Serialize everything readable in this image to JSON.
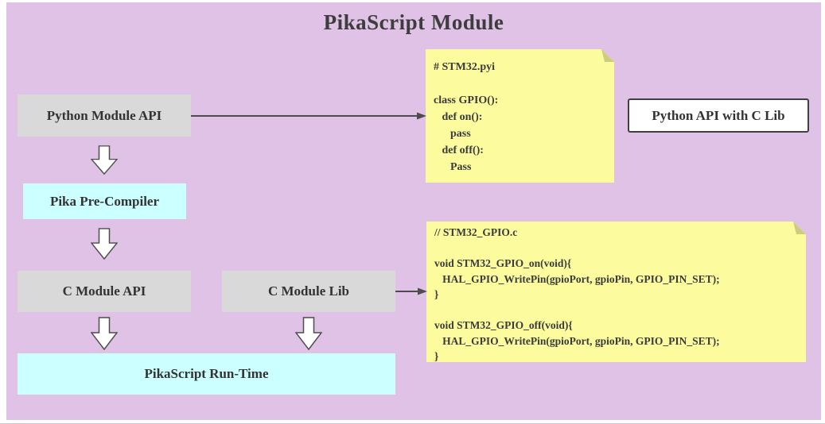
{
  "title": "PikaScript Module",
  "nodes": {
    "python_module_api": {
      "label": "Python Module API"
    },
    "pika_pre_compiler": {
      "label": "Pika Pre-Compiler"
    },
    "c_module_api": {
      "label": "C Module API"
    },
    "c_module_lib": {
      "label": "C Module Lib"
    },
    "pikascript_runtime": {
      "label": "PikaScript Run-Time"
    },
    "python_api_with_c_lib": {
      "label": "Python API with C Lib"
    }
  },
  "notes": {
    "stm32_pyi": {
      "code": "# STM32.pyi\n\nclass GPIO():\n   def on():\n      pass\n   def off():\n      Pass"
    },
    "stm32_gpio_c": {
      "code": "// STM32_GPIO.c\n\nvoid STM32_GPIO_on(void){\n   HAL_GPIO_WritePin(gpioPort, gpioPin, GPIO_PIN_SET);\n}\n\nvoid STM32_GPIO_off(void){\n   HAL_GPIO_WritePin(gpioPort, gpioPin, GPIO_PIN_SET);\n}"
    }
  },
  "colors": {
    "background": "#dfc2e5",
    "box_gray": "#d9d9d9",
    "box_cyan": "#ccffff",
    "note_yellow": "#fcfc9f",
    "note_fold": "#cdcd7d",
    "callout_bg": "#ffffff",
    "callout_border": "#404040",
    "text": "#333333",
    "arrow": "#4d4d4d"
  }
}
